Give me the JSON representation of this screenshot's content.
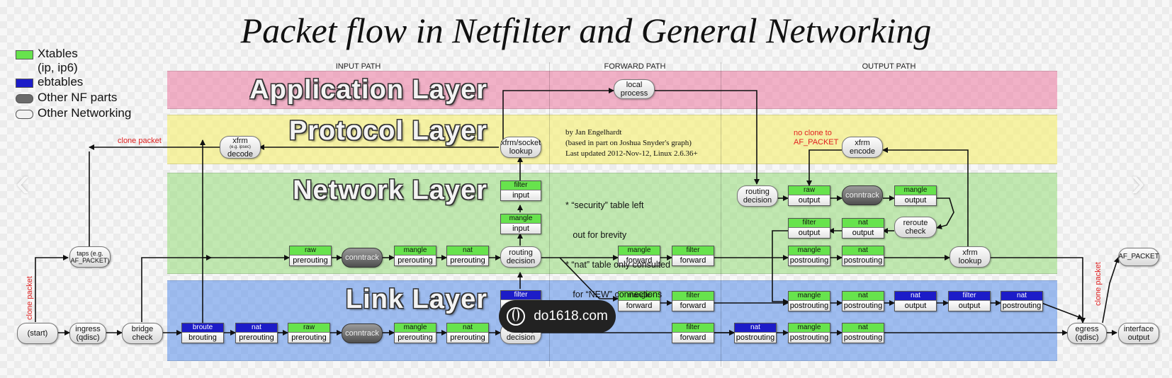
{
  "title": "Packet flow in Netfilter and General Networking",
  "legend": [
    {
      "label": "Xtables",
      "sub": "(ip, ip6)",
      "color": "#67e34d"
    },
    {
      "label": "ebtables",
      "sub": "",
      "color": "#1c1cc8"
    },
    {
      "label": "Other NF parts",
      "sub": "",
      "color": "#6a6a6a"
    },
    {
      "label": "Other Networking",
      "sub": "",
      "color": "#f2f2f2"
    }
  ],
  "columns": [
    "INPUT PATH",
    "FORWARD PATH",
    "OUTPUT PATH"
  ],
  "layers": {
    "application": "Application Layer",
    "protocol": "Protocol Layer",
    "network": "Network Layer",
    "link": "Link Layer"
  },
  "credits": [
    "by Jan Engelhardt",
    "(based in part on Joshua Snyder's graph)",
    "Last updated 2012-Nov-12, Linux 2.6.36+"
  ],
  "notes": [
    "* “security” table left",
    "   out for brevity",
    "* “nat” table only consulted",
    "   for “NEW” connections"
  ],
  "annotations": {
    "clone_packet": "clone packet",
    "no_clone": "no clone to",
    "af_packet": "AF_PACKET"
  },
  "ovals": {
    "local_process": "local\nprocess",
    "xfrm_decode_top": "xfrm",
    "xfrm_decode_sub": "(e.g. ipsec)",
    "xfrm_decode_bot": "decode",
    "xfrm_socket": "xfrm/socket\nlookup",
    "xfrm_encode": "xfrm\nencode",
    "routing_decision_out": "routing\ndecision",
    "conntrack": "conntrack",
    "reroute_check": "reroute\ncheck",
    "taps": "taps (e.g.\nAF_PACKET)",
    "routing_decision_in": "routing\ndecision",
    "xfrm_lookup": "xfrm\nlookup",
    "af_packet": "AF_PACKET",
    "start": "(start)",
    "ingress": "ingress\n(qdisc)",
    "bridge_check": "bridge\ncheck",
    "bridging_decision": "bridging\ndecision",
    "egress": "egress\n(qdisc)",
    "interface_output": "interface\noutput"
  },
  "boxes": {
    "filter_input_nl": [
      "filter",
      "input"
    ],
    "mangle_input_nl": [
      "mangle",
      "input"
    ],
    "raw_output": [
      "raw",
      "output"
    ],
    "mangle_output": [
      "mangle",
      "output"
    ],
    "filter_output_nl": [
      "filter",
      "output"
    ],
    "nat_output_nl": [
      "nat",
      "output"
    ],
    "raw_prerouting_nl": [
      "raw",
      "prerouting"
    ],
    "mangle_prerouting_nl": [
      "mangle",
      "prerouting"
    ],
    "nat_prerouting_nl": [
      "nat",
      "prerouting"
    ],
    "mangle_forward_nl": [
      "mangle",
      "forward"
    ],
    "filter_forward_nl": [
      "filter",
      "forward"
    ],
    "mangle_postrouting_nl": [
      "mangle",
      "postrouting"
    ],
    "nat_postrouting_nl": [
      "nat",
      "postrouting"
    ],
    "filter_input_ll": [
      "filter",
      "input"
    ],
    "mangle_forward_ll": [
      "mangle",
      "forward"
    ],
    "filter_forward_ll": [
      "filter",
      "forward"
    ],
    "mangle_postrouting_ll1": [
      "mangle",
      "postrouting"
    ],
    "nat_postrouting_ll1": [
      "nat",
      "postrouting"
    ],
    "nat_output_ll": [
      "nat",
      "output"
    ],
    "filter_output_ll": [
      "filter",
      "output"
    ],
    "nat_postrouting_ll_e": [
      "nat",
      "postrouting"
    ],
    "broute_brouting": [
      "broute",
      "brouting"
    ],
    "nat_prerouting_ll_e": [
      "nat",
      "prerouting"
    ],
    "raw_prerouting_ll": [
      "raw",
      "prerouting"
    ],
    "mangle_prerouting_ll": [
      "mangle",
      "prerouting"
    ],
    "nat_prerouting_ll": [
      "nat",
      "prerouting"
    ],
    "filter_forward_ll2": [
      "filter",
      "forward"
    ],
    "nat_postrouting_ll_e2": [
      "nat",
      "postrouting"
    ],
    "mangle_postrouting_ll2": [
      "mangle",
      "postrouting"
    ],
    "nat_postrouting_ll2": [
      "nat",
      "postrouting"
    ]
  },
  "watermark": "do1618.com"
}
